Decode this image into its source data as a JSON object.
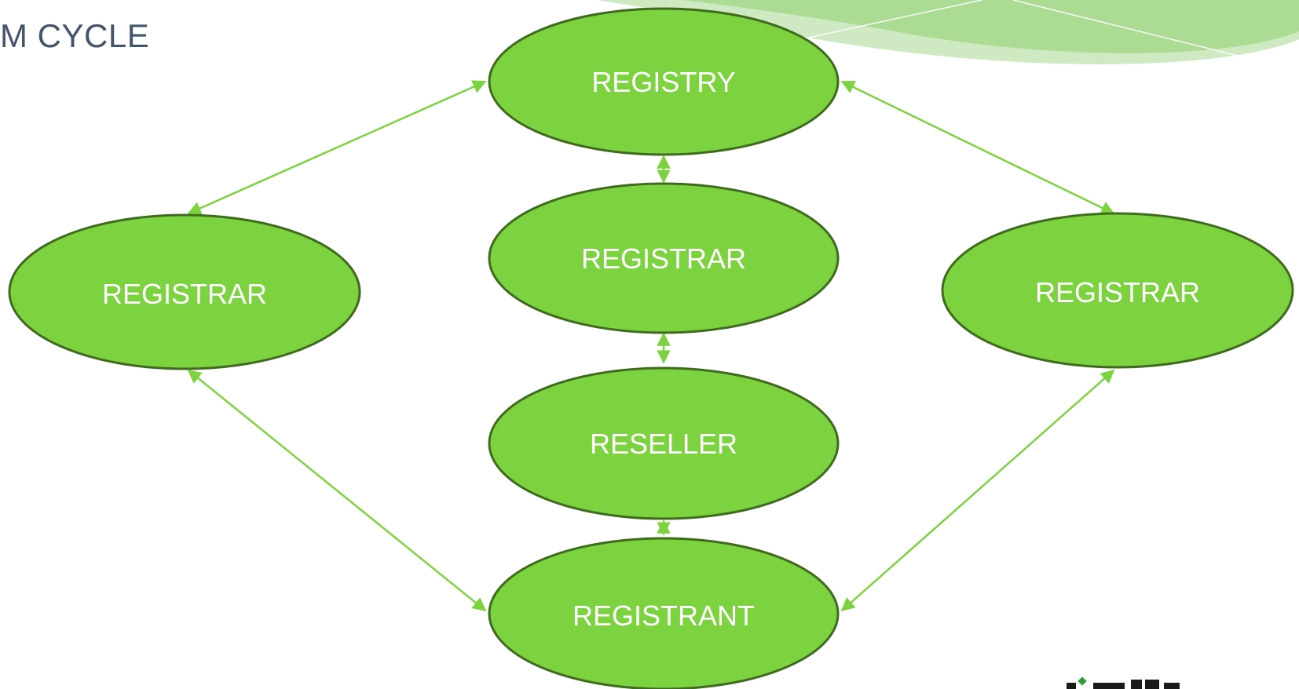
{
  "slide": {
    "title": "M CYCLE"
  },
  "colors": {
    "node_fill": "#7dd23f",
    "node_stroke": "#3f6b1e",
    "connector": "#7dd23f",
    "title_text": "#44546a",
    "header_swoosh_light": "#cfe9c2",
    "header_swoosh_mid": "#a6d98c"
  },
  "diagram": {
    "nodes": {
      "registry": {
        "label": "REGISTRY"
      },
      "registrar_center": {
        "label": "REGISTRAR"
      },
      "registrar_left": {
        "label": "REGISTRAR"
      },
      "registrar_right": {
        "label": "REGISTRAR"
      },
      "reseller": {
        "label": "RESELLER"
      },
      "registrant": {
        "label": "REGISTRANT"
      }
    },
    "edges": [
      {
        "from": "registry",
        "to": "registrar_left",
        "direction": "both"
      },
      {
        "from": "registry",
        "to": "registrar_right",
        "direction": "both"
      },
      {
        "from": "registry",
        "to": "registrar_center",
        "direction": "both"
      },
      {
        "from": "registrar_center",
        "to": "reseller",
        "direction": "both"
      },
      {
        "from": "reseller",
        "to": "registrant",
        "direction": "both"
      },
      {
        "from": "registrar_left",
        "to": "registrant",
        "direction": "both"
      },
      {
        "from": "registrar_right",
        "to": "registrant",
        "direction": "both"
      }
    ]
  }
}
